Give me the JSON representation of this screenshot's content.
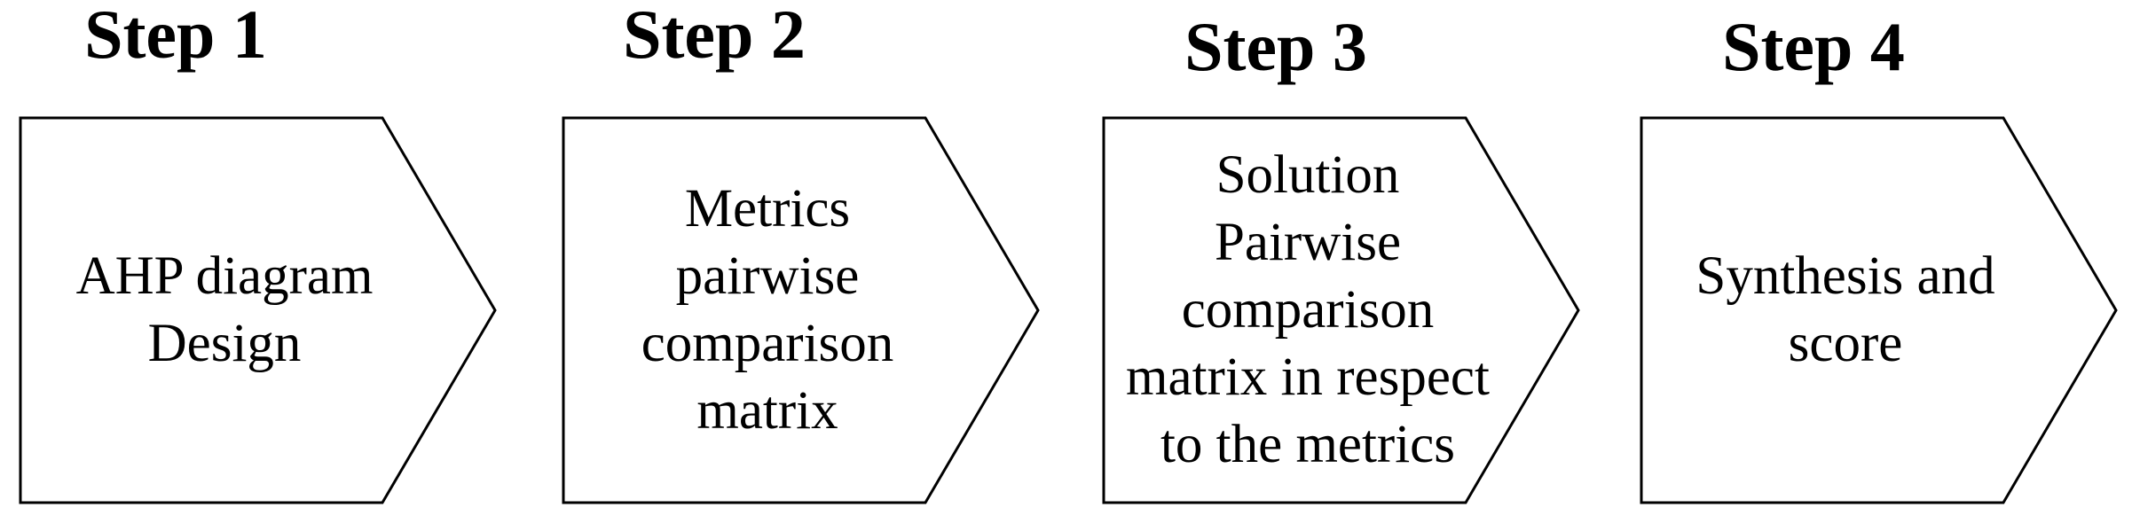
{
  "diagram": {
    "background_color": "#ffffff",
    "stroke_color": "#000000",
    "text_color": "#000000",
    "steps": [
      {
        "label": "Step 1",
        "text": "AHP diagram\nDesign"
      },
      {
        "label": "Step 2",
        "text": "Metrics\npairwise\ncomparison\nmatrix"
      },
      {
        "label": "Step 3",
        "text": "Solution\nPairwise\ncomparison\nmatrix in respect\nto the metrics"
      },
      {
        "label": "Step 4",
        "text": "Synthesis and\nscore"
      }
    ]
  }
}
